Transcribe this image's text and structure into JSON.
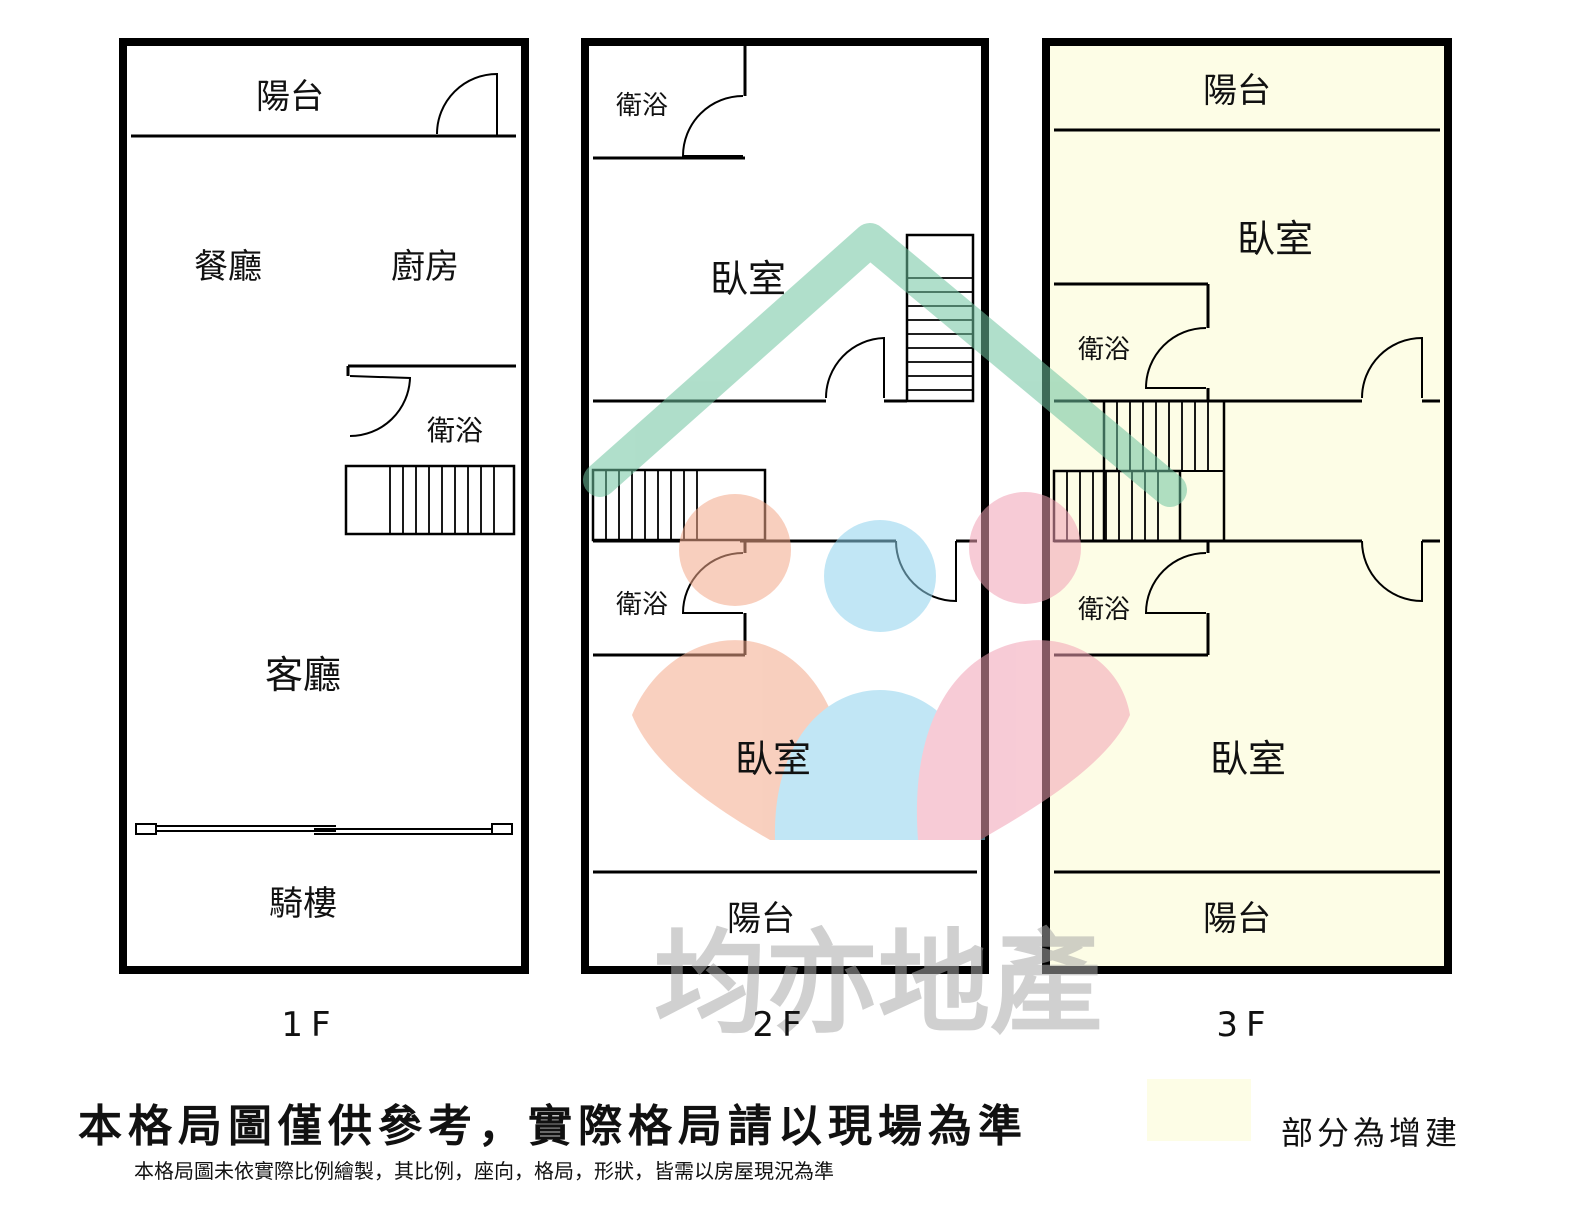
{
  "colors": {
    "extension_fill": "#fdfde6",
    "wall": "#000000",
    "logo_green": "#6fc4a0",
    "logo_orange": "#f4a98a",
    "logo_blue": "#8fd3ee",
    "logo_pink": "#f2a2b5"
  },
  "floors": {
    "f1": {
      "label": "1F",
      "rooms": {
        "balcony": "陽台",
        "dining": "餐廳",
        "kitchen": "廚房",
        "bath": "衛浴",
        "living": "客廳",
        "arcade": "騎樓"
      }
    },
    "f2": {
      "label": "2F",
      "rooms": {
        "bath_top": "衛浴",
        "bedroom_top": "臥室",
        "bath_mid": "衛浴",
        "bedroom_bottom": "臥室",
        "balcony": "陽台"
      }
    },
    "f3": {
      "label": "3F",
      "rooms": {
        "balcony_top": "陽台",
        "bedroom_top": "臥室",
        "bath_top": "衛浴",
        "bath_mid": "衛浴",
        "bedroom_bottom": "臥室",
        "balcony_bottom": "陽台"
      }
    }
  },
  "watermark": {
    "text": "均亦地產",
    "logo_icon": "house-people-logo-icon"
  },
  "disclaimer": "本格局圖僅供參考，實際格局請以現場為準",
  "note": "本格局圖未依實際比例繪製，其比例，座向，格局，形狀，皆需以房屋現況為準",
  "legend": {
    "label": "部分為增建",
    "swatch_color": "#fdfde6"
  }
}
